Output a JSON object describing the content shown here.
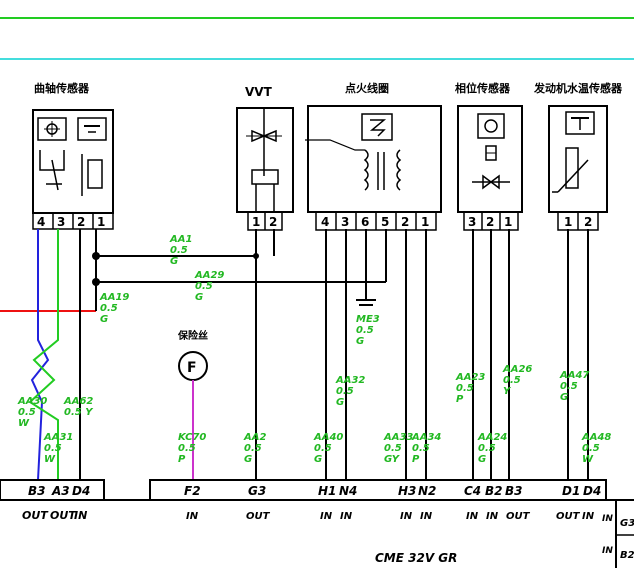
{
  "diagram": {
    "components": {
      "crank_sensor": {
        "title": "曲轴传感器",
        "pins": [
          "4",
          "3",
          "2",
          "1"
        ]
      },
      "vvt": {
        "title": "VVT",
        "pins": [
          "1",
          "2"
        ]
      },
      "ignition_coil": {
        "title": "点火线圈",
        "pins": [
          "4",
          "3",
          "6",
          "5",
          "2",
          "1"
        ]
      },
      "cam_sensor": {
        "title": "相位传感器",
        "pins": [
          "3",
          "2",
          "1"
        ]
      },
      "coolant_sensor": {
        "title": "发动机水温传感器",
        "pins": [
          "1",
          "2"
        ]
      },
      "fuse": {
        "title": "保险丝",
        "symbol": "F"
      }
    },
    "wire_labels": {
      "AA1": [
        "AA1",
        "0.5",
        "G"
      ],
      "AA29": [
        "AA29",
        "0.5",
        "G"
      ],
      "AA19": [
        "AA19",
        "0.5",
        "G"
      ],
      "ME3": [
        "ME3",
        "0.5",
        "G"
      ],
      "AA32": [
        "AA32",
        "0.5",
        "G"
      ],
      "AA30": [
        "AA30",
        "0.5",
        "W"
      ],
      "AA62": [
        "AA62",
        "0.5 Y"
      ],
      "AA31": [
        "AA31",
        "0.5",
        "W"
      ],
      "KC70": [
        "KC70",
        "0.5",
        "P"
      ],
      "AA2": [
        "AA2",
        "0.5",
        "G"
      ],
      "AA40": [
        "AA40",
        "0.5",
        "G"
      ],
      "AA33": [
        "AA33",
        "0.5",
        "GY"
      ],
      "AA34": [
        "AA34",
        "0.5",
        "P"
      ],
      "AA23": [
        "AA23",
        "0.5",
        "P"
      ],
      "AA24": [
        "AA24",
        "0.5",
        "G"
      ],
      "AA26": [
        "AA26",
        "0.5",
        "Y"
      ],
      "AA47": [
        "AA47",
        "0.5",
        "G"
      ],
      "AA48": [
        "AA48",
        "0.5",
        "W"
      ]
    },
    "connector_left": {
      "pins": [
        "B3",
        "A3",
        "D4"
      ],
      "dirs": [
        "OUT",
        "OUT",
        "IN"
      ]
    },
    "connector_main": {
      "pins": [
        "F2",
        "G3",
        "H1",
        "N4",
        "H3",
        "N2",
        "C4",
        "B2",
        "B3",
        "D1",
        "D4"
      ],
      "dirs": [
        "IN",
        "OUT",
        "IN",
        "IN",
        "IN",
        "IN",
        "IN",
        "IN",
        "OUT",
        "OUT",
        "IN"
      ]
    },
    "ecu_label": "CME 32V GR",
    "edge_labels": [
      "IN",
      "G3",
      "IN",
      "B2"
    ],
    "colors": {
      "wire": "#000000",
      "label": "#22b822",
      "power": "#ee1111",
      "signal": "#2222dd",
      "fuse_line": "#cc33cc",
      "frame": "#22cc22"
    }
  }
}
